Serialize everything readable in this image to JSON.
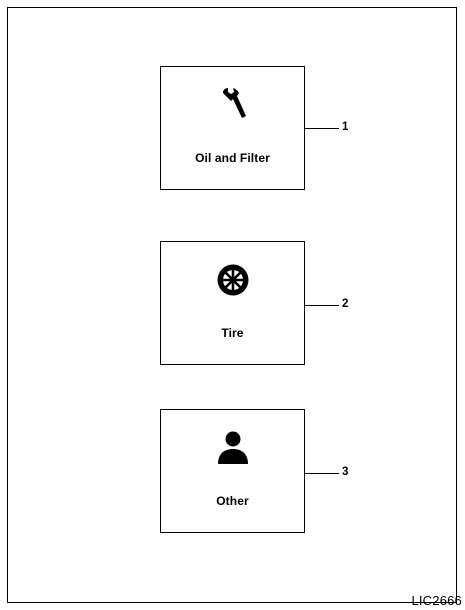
{
  "items": [
    {
      "label": "Oil and Filter",
      "number": "1",
      "icon": "wrench-icon"
    },
    {
      "label": "Tire",
      "number": "2",
      "icon": "tire-icon"
    },
    {
      "label": "Other",
      "number": "3",
      "icon": "person-icon"
    }
  ],
  "figure_code": "LIC2666"
}
